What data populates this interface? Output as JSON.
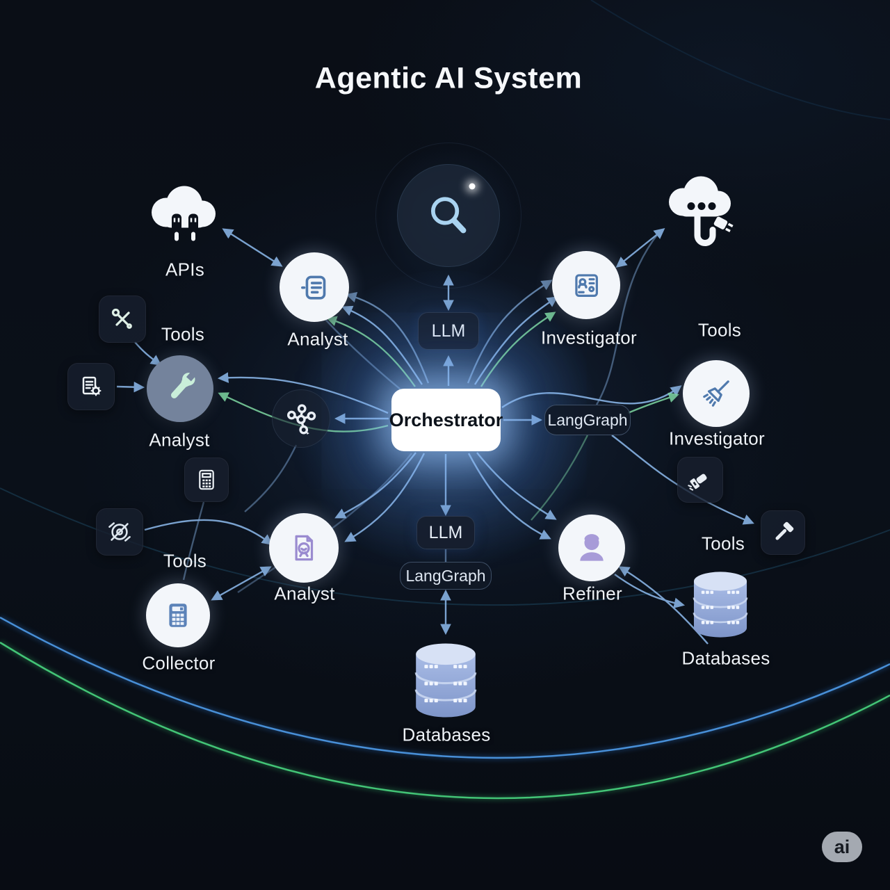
{
  "title": "Agentic AI System",
  "orchestrator": {
    "label": "Orchestrator"
  },
  "llm": {
    "top": "LLM",
    "bottom": "LLM"
  },
  "langgraph": {
    "right": "LangGraph",
    "bottom": "LangGraph"
  },
  "agents": {
    "analyst_top": {
      "label": "Analyst",
      "icon": "report-document-icon"
    },
    "investigator_top": {
      "label": "Investigator",
      "icon": "id-card-icon"
    },
    "analyst_left": {
      "label": "Analyst",
      "icon": "wrench-icon"
    },
    "investigator_right": {
      "label": "Investigator",
      "icon": "broom-icon"
    },
    "analyst_bottom": {
      "label": "Analyst",
      "icon": "document-scan-icon"
    },
    "refiner": {
      "label": "Refiner",
      "icon": "person-icon"
    },
    "collector": {
      "label": "Collector",
      "icon": "calculator-icon"
    }
  },
  "labels": {
    "apis": "APIs",
    "tools_top_left": "Tools",
    "tools_bottom_left": "Tools",
    "tools_top_right": "Tools",
    "tools_bottom_right": "Tools",
    "databases_bottom": "Databases",
    "databases_right": "Databases"
  },
  "icons": [
    "search-icon",
    "sparkle-icon",
    "cloud-plugs-icon",
    "cloud-plug-icon",
    "wrench-screwdriver-icon",
    "document-gear-icon",
    "compass-icon",
    "calculator-small-icon",
    "flashlight-icon",
    "hammer-icon",
    "database-icon",
    "network-graph-icon"
  ],
  "watermark": {
    "label": "ai"
  },
  "colors": {
    "background": "#0a0e16",
    "arrow_blue": "#8ab6e8",
    "arrow_green": "#7fd9a2",
    "arc_blue": "#2e7ed8",
    "arc_green": "#34c06c",
    "node_fill": "#f3f6fa",
    "icon_blue": "#4f79ad",
    "icon_purple": "#a091d6",
    "icon_mint": "#c9eed9",
    "orchestrator_glow": "#9ecbff"
  }
}
